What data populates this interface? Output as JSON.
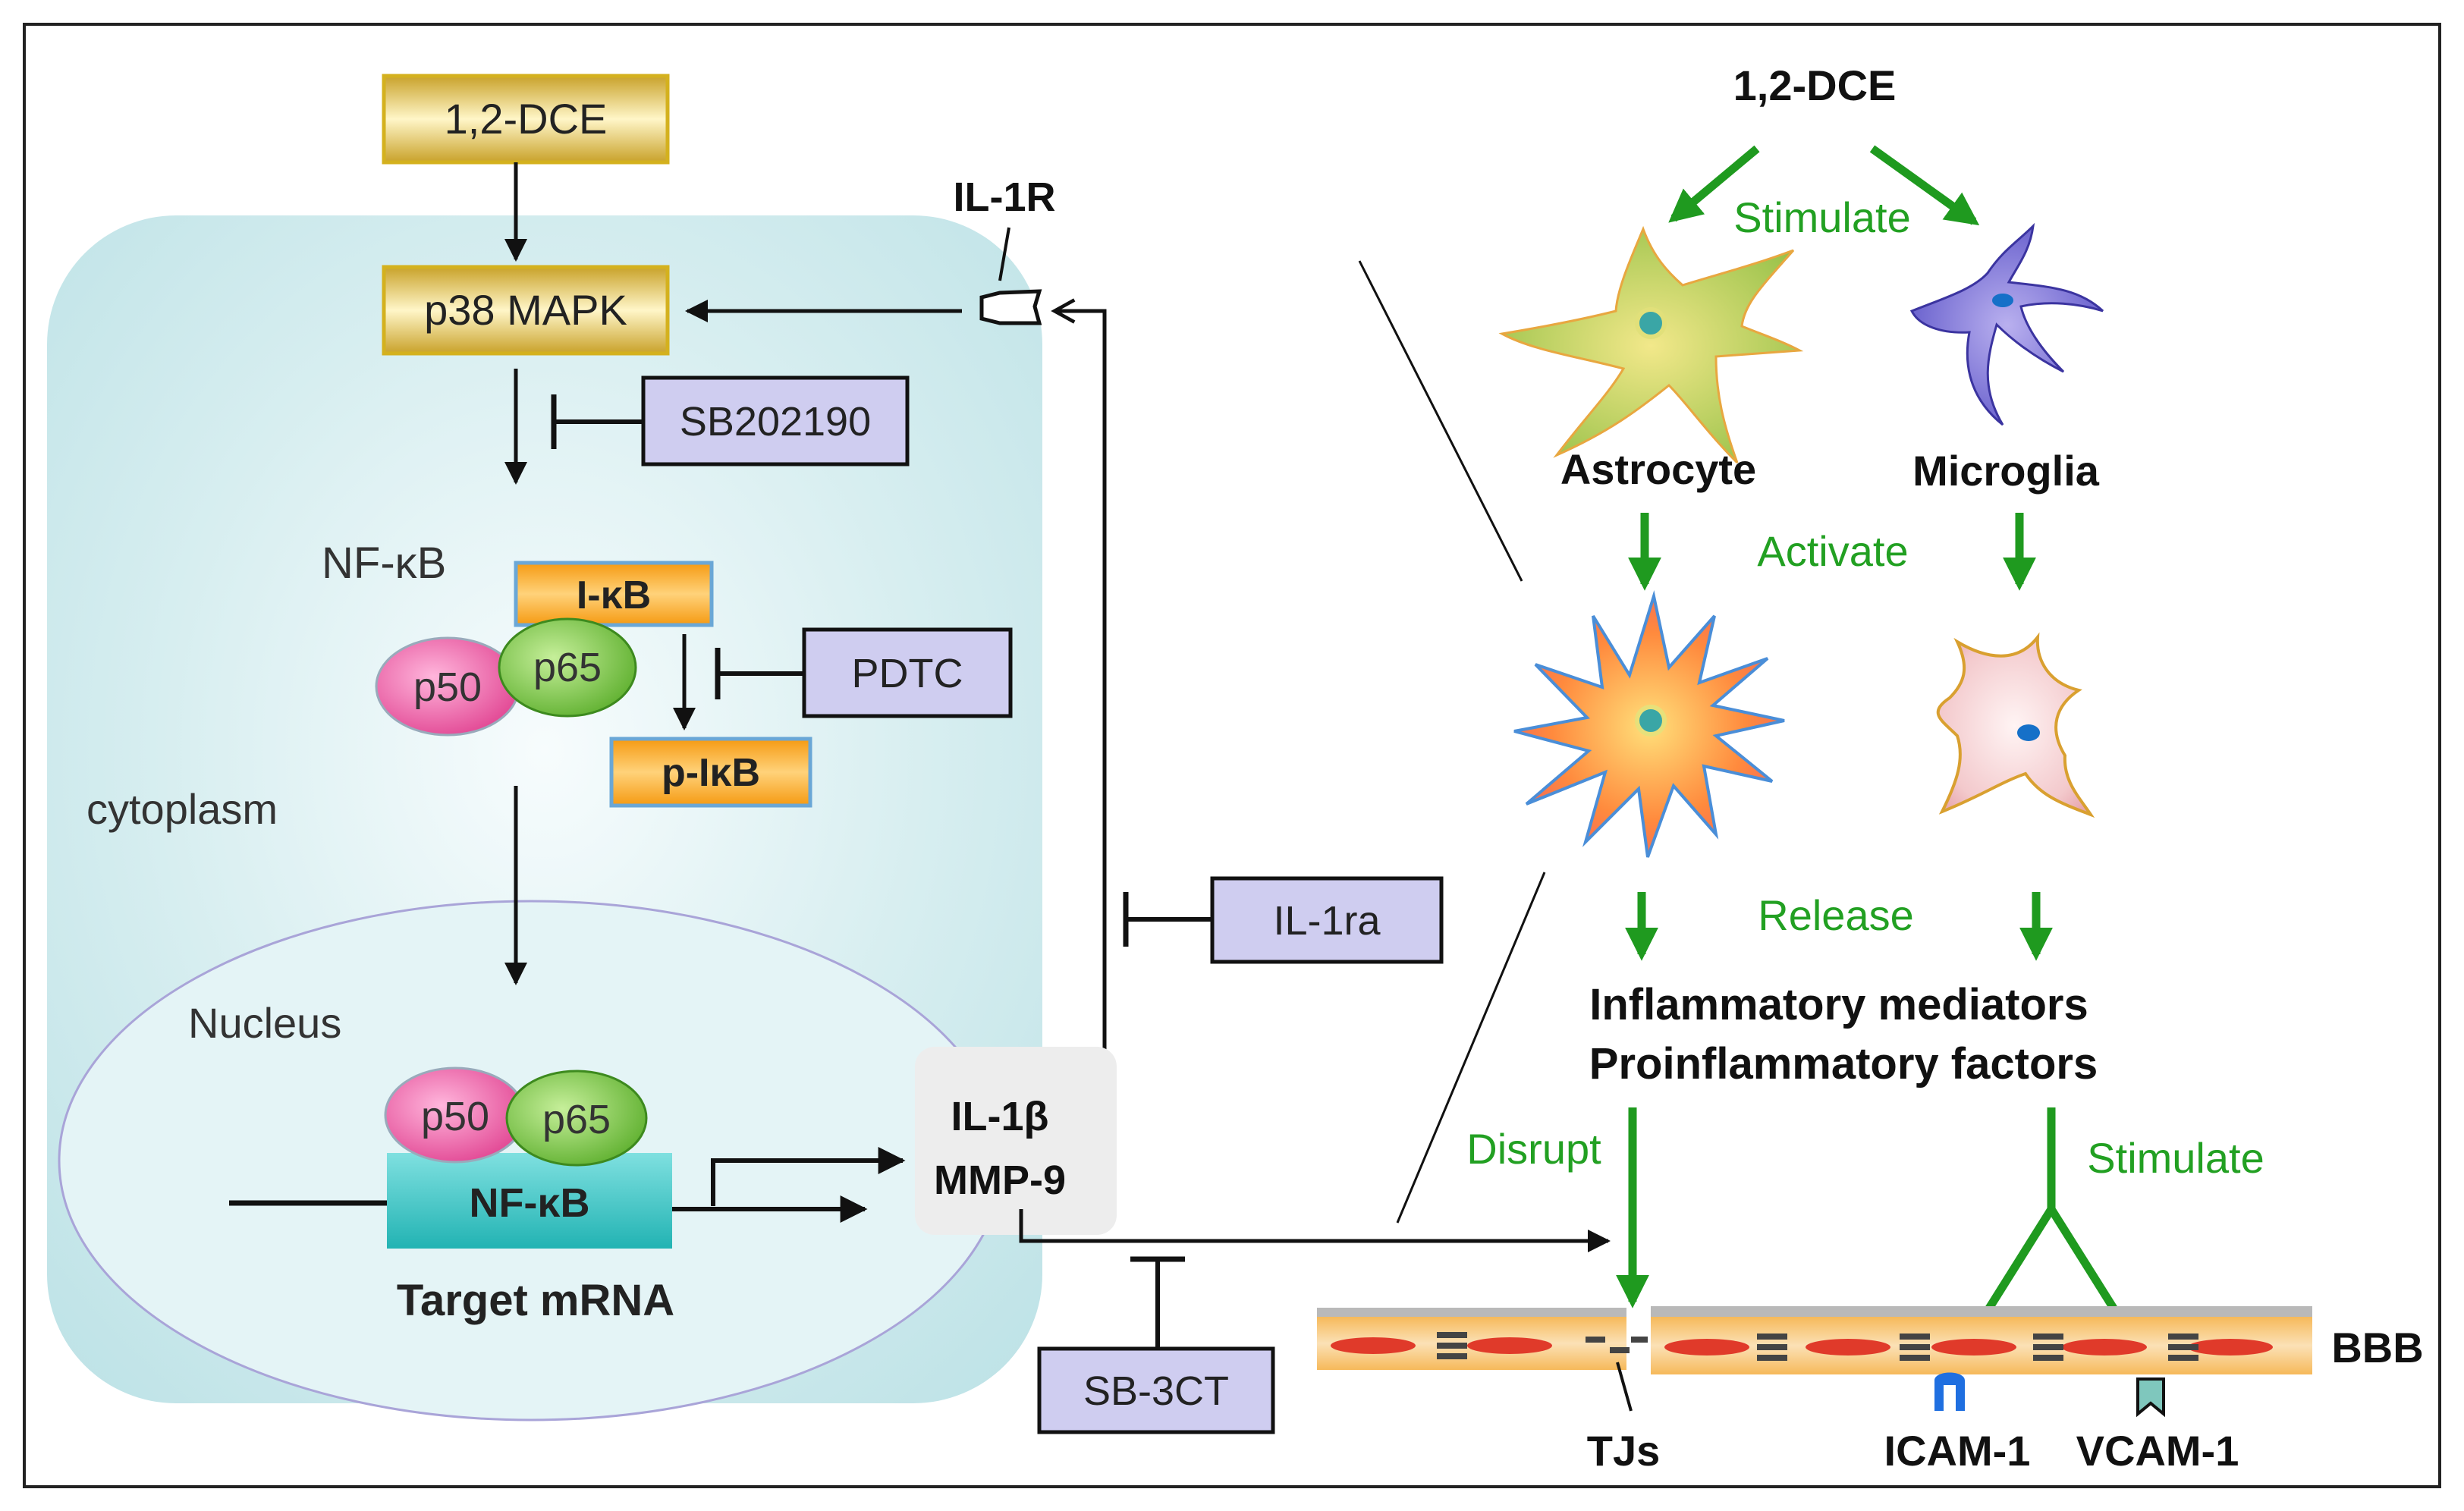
{
  "left": {
    "dce": "1,2-DCE",
    "p38": "p38 MAPK",
    "sb202190": "SB202190",
    "nfkb_label": "NF-κB",
    "ikb": "I-κB",
    "pikb": "p-IκB",
    "p50": "p50",
    "p65": "p65",
    "pdtc": "PDTC",
    "cytoplasm": "cytoplasm",
    "nucleus": "Nucleus",
    "nfkb_bar": "NF-κB",
    "target_mrna": "Target mRNA",
    "il1r": "IL-1R",
    "il1ra": "IL-1ra",
    "il1b": "IL-1β",
    "mmp9": "MMP-9",
    "sb3ct": "SB-3CT"
  },
  "right": {
    "dce": "1,2-DCE",
    "stimulate_top": "Stimulate",
    "astrocyte": "Astrocyte",
    "microglia": "Microglia",
    "activate": "Activate",
    "release": "Release",
    "mediators": "Inflammatory mediators",
    "factors": "Proinflammatory factors",
    "disrupt": "Disrupt",
    "stimulate_bottom": "Stimulate",
    "bbb": "BBB",
    "tjs": "TJs",
    "icam": "ICAM-1",
    "vcam": "VCAM-1"
  },
  "colors": {
    "cell_fill": "#cfe9ec",
    "gold_box": "#e8c43a",
    "orange_box": "#f5a623",
    "inhibitor_box": "#cfcdf0",
    "p50": "#e8549a",
    "p65": "#7dc242",
    "nfkb_bar": "#3cc7c7",
    "green_arrow": "#1f9a1f",
    "green_text": "#22a022"
  }
}
